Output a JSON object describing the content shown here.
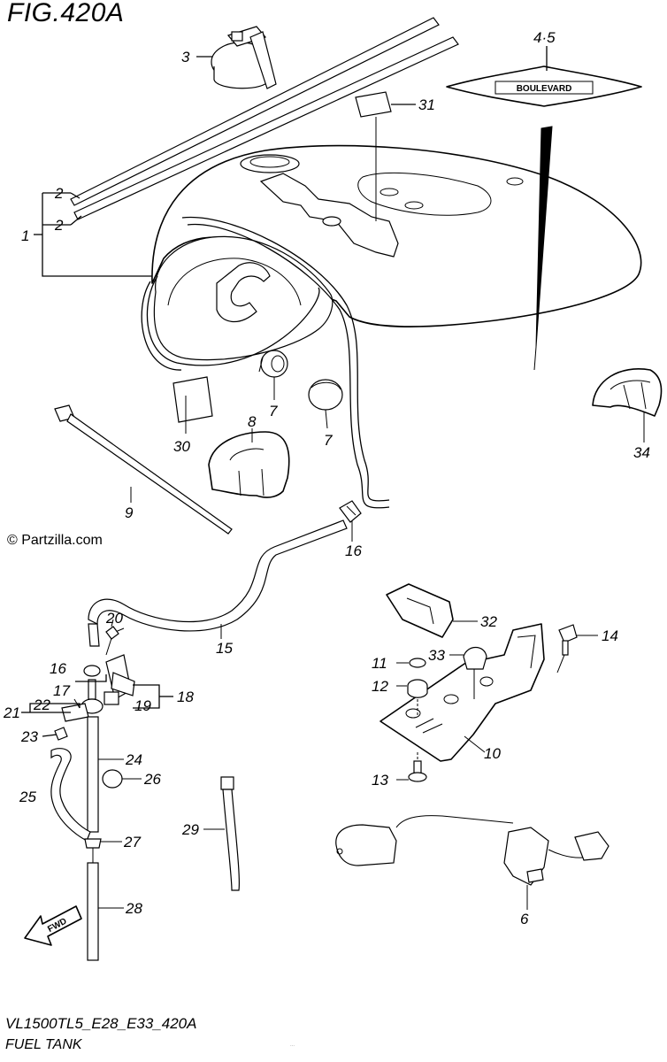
{
  "figure": {
    "title": "FIG.420A",
    "model_code": "VL1500TL5_E28_E33_420A",
    "name": "FUEL TANK",
    "watermark": "© Partzilla.com",
    "emblem_text": "BOULEVARD",
    "fwd_label": "FWD",
    "fine_print": "..."
  },
  "callouts": {
    "c1": "1",
    "c2a": "2",
    "c2b": "2",
    "c3": "3",
    "c45": "4·5",
    "c6": "6",
    "c7a": "7",
    "c7b": "7",
    "c8": "8",
    "c9": "9",
    "c10": "10",
    "c11": "11",
    "c12": "12",
    "c13": "13",
    "c14": "14",
    "c15": "15",
    "c16a": "16",
    "c16b": "16",
    "c17": "17",
    "c18": "18",
    "c19": "19",
    "c20": "20",
    "c21": "21",
    "c22": "22",
    "c23": "23",
    "c24": "24",
    "c25": "25",
    "c26": "26",
    "c27": "27",
    "c28": "28",
    "c29": "29",
    "c30": "30",
    "c31": "31",
    "c32": "32",
    "c33": "33",
    "c34": "34"
  }
}
